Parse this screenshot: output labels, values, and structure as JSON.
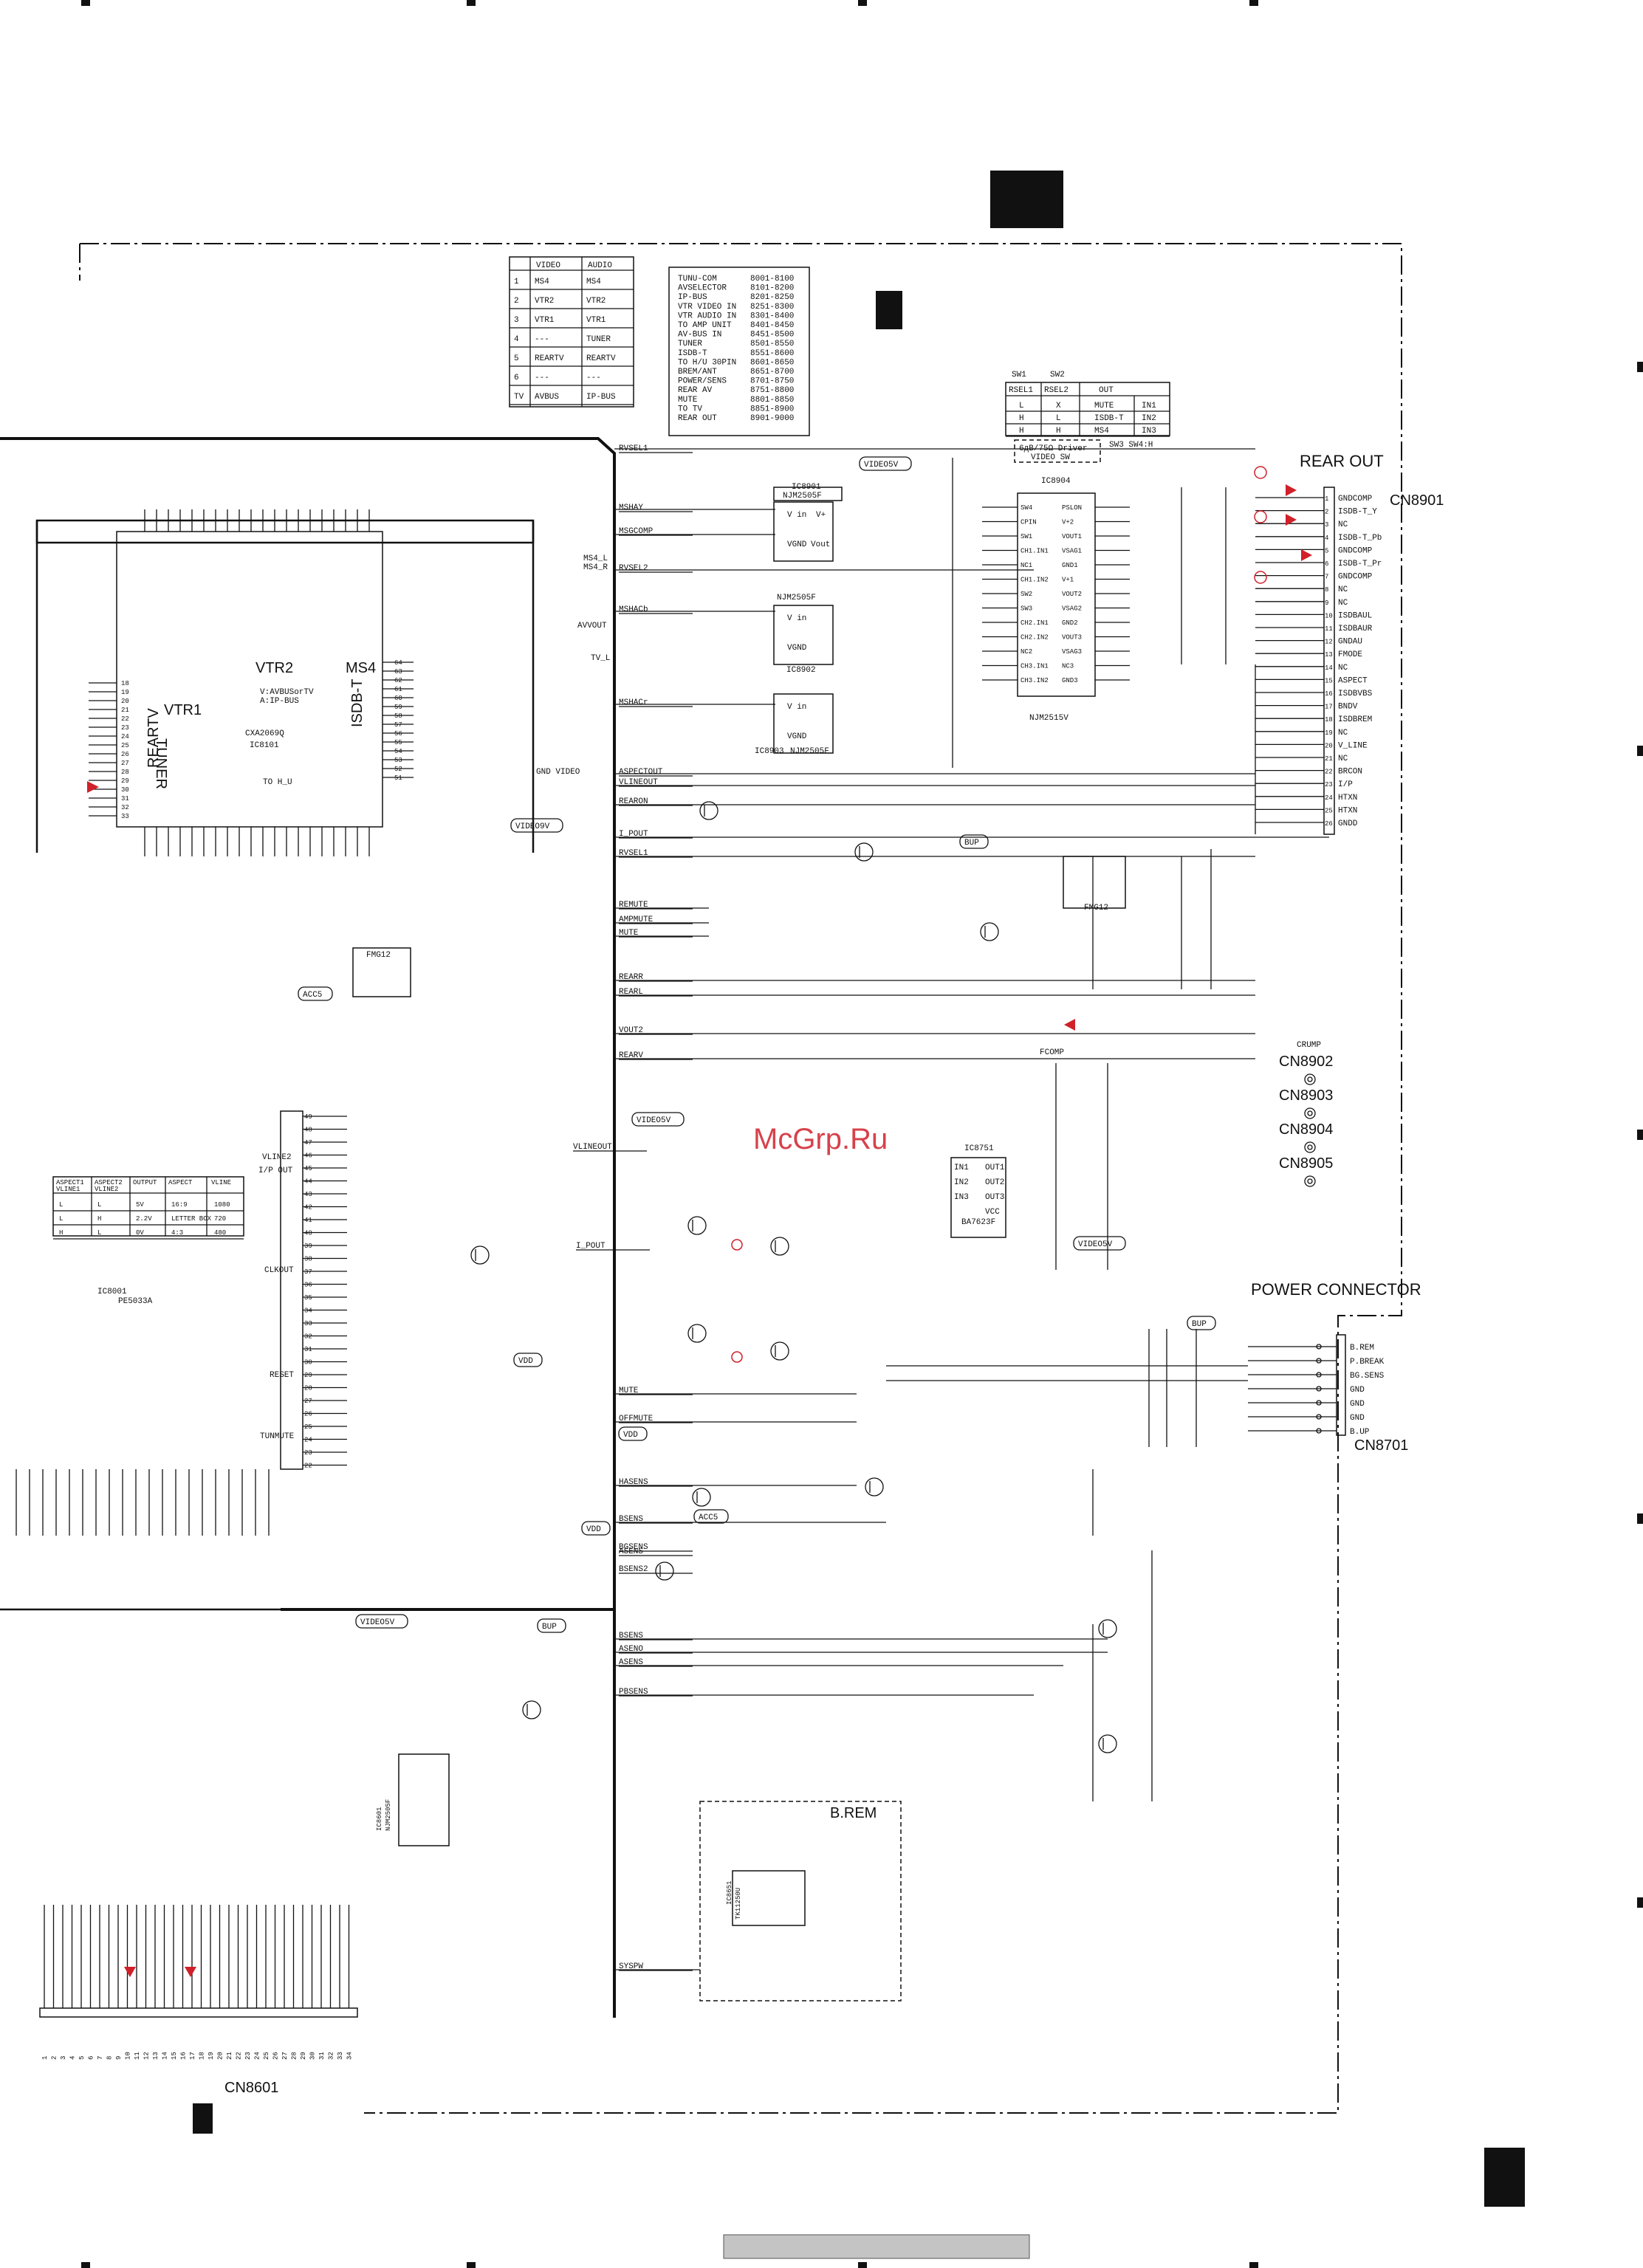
{
  "page": {
    "watermark": "McGrp.Ru"
  },
  "input_table": {
    "headers": [
      "",
      "VIDEO",
      "AUDIO"
    ],
    "rows": [
      [
        "1",
        "MS4",
        "MS4"
      ],
      [
        "2",
        "VTR2",
        "VTR2"
      ],
      [
        "3",
        "VTR1",
        "VTR1"
      ],
      [
        "4",
        "---",
        "TUNER"
      ],
      [
        "5",
        "REARTV",
        "REARTV"
      ],
      [
        "6",
        "---",
        "---"
      ],
      [
        "TV",
        "AVBUS",
        "IP-BUS"
      ]
    ]
  },
  "ref_table": {
    "rows": [
      [
        "TUNU-COM",
        "8001-8100"
      ],
      [
        "AVSELECTOR",
        "8101-8200"
      ],
      [
        "IP-BUS",
        "8201-8250"
      ],
      [
        "VTR VIDEO IN",
        "8251-8300"
      ],
      [
        "VTR AUDIO IN",
        "8301-8400"
      ],
      [
        "TO AMP UNIT",
        "8401-8450"
      ],
      [
        "AV-BUS IN",
        "8451-8500"
      ],
      [
        "TUNER",
        "8501-8550"
      ],
      [
        "ISDB-T",
        "8551-8600"
      ],
      [
        "TO H/U 30PIN",
        "8601-8650"
      ],
      [
        "BREM/ANT",
        "8651-8700"
      ],
      [
        "POWER/SENS",
        "8701-8750"
      ],
      [
        "REAR AV",
        "8751-8800"
      ],
      [
        "MUTE",
        "8801-8850"
      ],
      [
        "TO TV",
        "8851-8900"
      ],
      [
        "REAR OUT",
        "8901-9000"
      ]
    ]
  },
  "sw_table": {
    "title1": "SW1",
    "title2": "SW2",
    "headers": [
      "RSEL1",
      "RSEL2",
      "OUT",
      ""
    ],
    "rows": [
      [
        "L",
        "X",
        "MUTE",
        "IN1"
      ],
      [
        "H",
        "L",
        "ISDB-T",
        "IN2"
      ],
      [
        "H",
        "H",
        "MS4",
        "IN3"
      ]
    ],
    "footer": "SW3 SW4:H",
    "driver": "6дB/75Ω Driver",
    "driver2": "VIDEO SW"
  },
  "aspect_table": {
    "headers": [
      "ASPECT1 VLINE1",
      "ASPECT2 VLINE2",
      "OUTPUT",
      "ASPECT",
      "VLINE"
    ],
    "rows": [
      [
        "L",
        "L",
        "5V",
        "16:9",
        "1080"
      ],
      [
        "L",
        "H",
        "2.2V",
        "LETTER BOX",
        "720"
      ],
      [
        "H",
        "L",
        "0V",
        "4:3",
        "480"
      ]
    ]
  },
  "connectors": {
    "rear_out_title": "REAR OUT",
    "rear_out_name": "CN8901",
    "rear_out_pins": [
      "GNDCOMP",
      "ISDB-T_Y",
      "NC",
      "ISDB-T_Pb",
      "GNDCOMP",
      "ISDB-T_Pr",
      "GNDCOMP",
      "NC",
      "NC",
      "ISDBAUL",
      "ISDBAUR",
      "GNDAU",
      "FMODE",
      "NC",
      "ASPECT",
      "ISDBVBS",
      "BNDV",
      "ISDBREM",
      "NC",
      "V_LINE",
      "NC",
      "BRCON",
      "I/P",
      "HTXN",
      "HTXN",
      "GNDD"
    ],
    "power_title": "POWER CONNECTOR",
    "power_name": "CN8701",
    "power_pins": [
      "B.REM",
      "P.BREAK",
      "BG.SENS",
      "GND",
      "GND",
      "GND",
      "B.UP"
    ],
    "bottom_name": "CN8601",
    "crump": "CRUMP",
    "extra": [
      "CN8902",
      "CN8903",
      "CN8904",
      "CN8905"
    ]
  },
  "ics": {
    "selector": "CXA2069Q",
    "selector_ref": "IC8101",
    "selector_inputs": [
      "VTR1",
      "VTR2",
      "MS4",
      "TUNER",
      "REARTV",
      "ISDB-T"
    ],
    "selector_note1": "V:AVBUSorTV",
    "selector_note2": "A:IP-BUS",
    "ic8001_ref": "IC8001",
    "ic8001_name": "PE5033A",
    "ic8901": [
      "IC8901",
      "NJM2505F"
    ],
    "ic8902": [
      "IC8902",
      "NJM2505F"
    ],
    "ic8903": [
      "IC8903",
      "NJM2505F"
    ],
    "ic8904": [
      "IC8904",
      "NJM2515V"
    ],
    "ic8751": [
      "IC8751",
      "BA7623F"
    ],
    "ic8651": [
      "IC8651",
      "TK11250U"
    ],
    "ic8601": [
      "IC8601",
      "NJM2505F"
    ],
    "fmg": "FMG12"
  },
  "nets": {
    "top": [
      "RVSEL1",
      "MSHAY",
      "MSGCOMP",
      "RVSEL2",
      "MSHACb",
      "MSHACr",
      "ASPECTOUT",
      "VLINEOUT",
      "REARON",
      "I_POUT",
      "RVSEL1",
      "REMUTE",
      "AMPMUTE",
      "MUTE",
      "REARR",
      "REARL",
      "VOUT2",
      "REARV",
      "VLINEOUT",
      "I_POUT",
      "MUTE",
      "OFFMUTE",
      "HASENS",
      "BSENS",
      "BGSENS",
      "ASENS",
      "BSENS2",
      "BSENS",
      "ASENO",
      "ASENS",
      "PBSENS",
      "SYSPW"
    ],
    "rails": [
      "VIDEO5V",
      "VIDEO9V",
      "VIDEO5V",
      "VIDEO5V",
      "VIDEO5V",
      "ACC5",
      "VDD",
      "VDD",
      "ACC5",
      "VDD",
      "BUP",
      "BUP",
      "BUP",
      "BUP"
    ],
    "labels": [
      "MS4_L",
      "MS4_R",
      "AVVOUT",
      "TV_L",
      "TO H_U",
      "B.REM",
      "FCOMP",
      "GND VIDEO",
      "CLKOUT",
      "RESET",
      "TUNMUTE",
      "VLINE2",
      "I/P OUT"
    ]
  }
}
